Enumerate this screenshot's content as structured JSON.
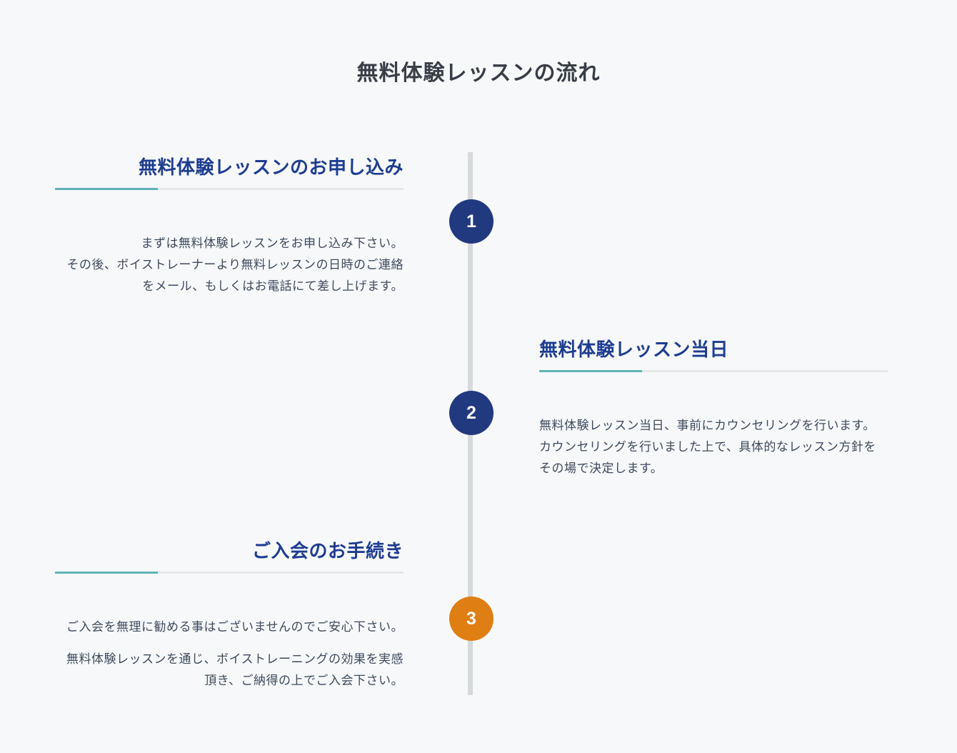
{
  "page": {
    "title": "無料体験レッスンの流れ"
  },
  "colors": {
    "page_background": "#f7f8fa",
    "heading_blue": "#1d3d8f",
    "body_text": "#3d4a5c",
    "step_circle_navy": "#21397e",
    "step_circle_orange": "#df7e12",
    "accent_teal": "#60b3b6",
    "rule_gray": "#e5e7e9",
    "timeline_line_gray": "#d6d9de",
    "title_text": "#383e47"
  },
  "steps": [
    {
      "number": "1",
      "heading": "無料体験レッスンのお申し込み",
      "paragraphs": [
        "まずは無料体験レッスンをお申し込み下さい。",
        "その後、ボイストレーナーより無料レッスンの日時のご連絡をメール、もしくはお電話にて差し上げます。"
      ]
    },
    {
      "number": "2",
      "heading": "無料体験レッスン当日",
      "paragraphs": [
        "無料体験レッスン当日、事前にカウンセリングを行います。",
        "カウンセリングを行いました上で、具体的なレッスン方針をその場で決定します。"
      ]
    },
    {
      "number": "3",
      "heading": "ご入会のお手続き",
      "paragraphs": [
        "ご入会を無理に勧める事はございませんのでご安心下さい。",
        "無料体験レッスンを通じ、ボイストレーニングの効果を実感頂き、ご納得の上でご入会下さい。"
      ]
    }
  ]
}
